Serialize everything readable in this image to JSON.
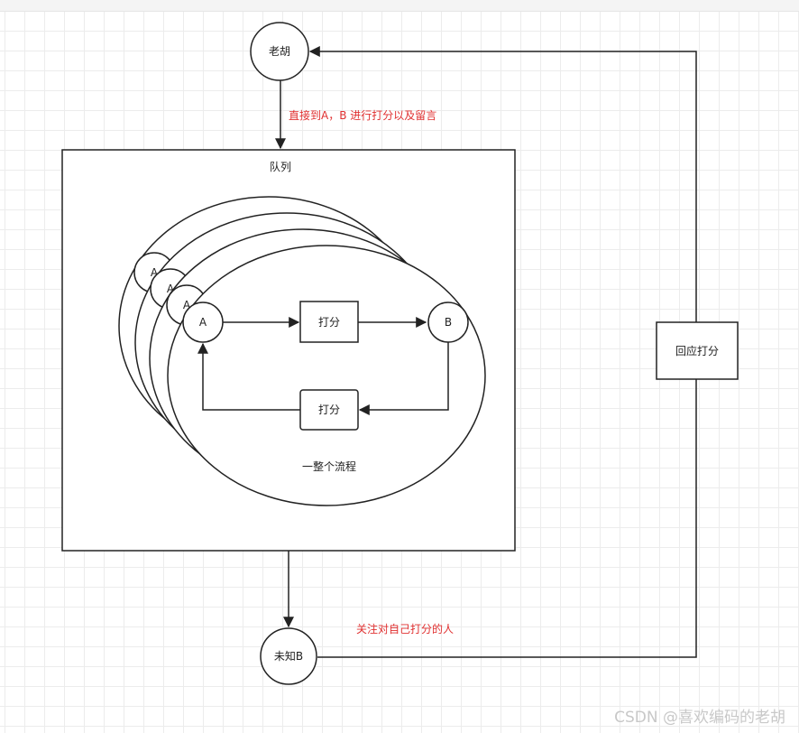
{
  "diagram": {
    "nodes": {
      "laohu": "老胡",
      "queue": "队列",
      "a_stack_1": "A",
      "a_stack_2": "A",
      "a_stack_3": "A",
      "node_a": "A",
      "score_top": "打分",
      "node_b": "B",
      "score_bottom": "打分",
      "whole_flow": "一整个流程",
      "reply_score": "回应打分",
      "unknown_b": "未知B"
    },
    "edge_labels": {
      "laohu_to_queue": "直接到A，B 进行打分以及留言",
      "follow": "关注对自己打分的人"
    },
    "colors": {
      "stroke": "#222222",
      "annotation": "#e03030"
    }
  },
  "watermark": "CSDN @喜欢编码的老胡"
}
